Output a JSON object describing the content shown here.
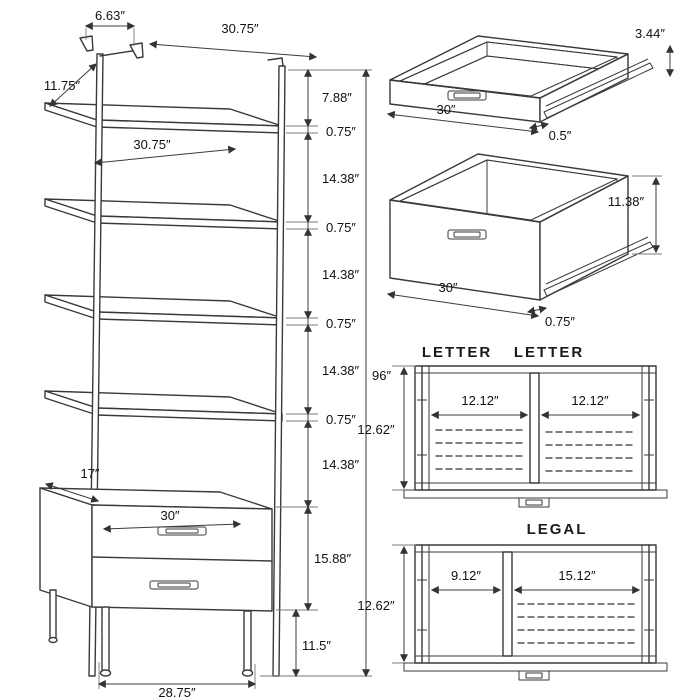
{
  "shelf_unit": {
    "bracket_width": "6.63″",
    "top_width": "30.75″",
    "side_depth": "11.75″",
    "top_gap": "7.88″",
    "shelf_width": "30.75″",
    "shelf_thickness": [
      "0.75″",
      "0.75″",
      "0.75″",
      "0.75″"
    ],
    "shelf_spacing": [
      "14.38″",
      "14.38″",
      "14.38″",
      "14.38″"
    ],
    "overall_height": "96″",
    "drawer_unit_depth": "17″",
    "drawer_unit_width": "30″",
    "drawer_unit_height": "15.88″",
    "clearance_height": "11.5″",
    "base_width": "28.75″"
  },
  "top_drawer": {
    "height": "3.44″",
    "width": "30″",
    "panel_thickness": "0.5″"
  },
  "bottom_drawer": {
    "height": "11.38″",
    "width": "30″",
    "panel_thickness": "0.75″"
  },
  "letter_config": {
    "title_left": "LETTER",
    "title_right": "LETTER",
    "left_width": "12.12″",
    "right_width": "12.12″",
    "inner_depth": "12.62″"
  },
  "legal_config": {
    "title": "LEGAL",
    "left_width": "9.12″",
    "right_width": "15.12″",
    "inner_depth": "12.62″"
  }
}
